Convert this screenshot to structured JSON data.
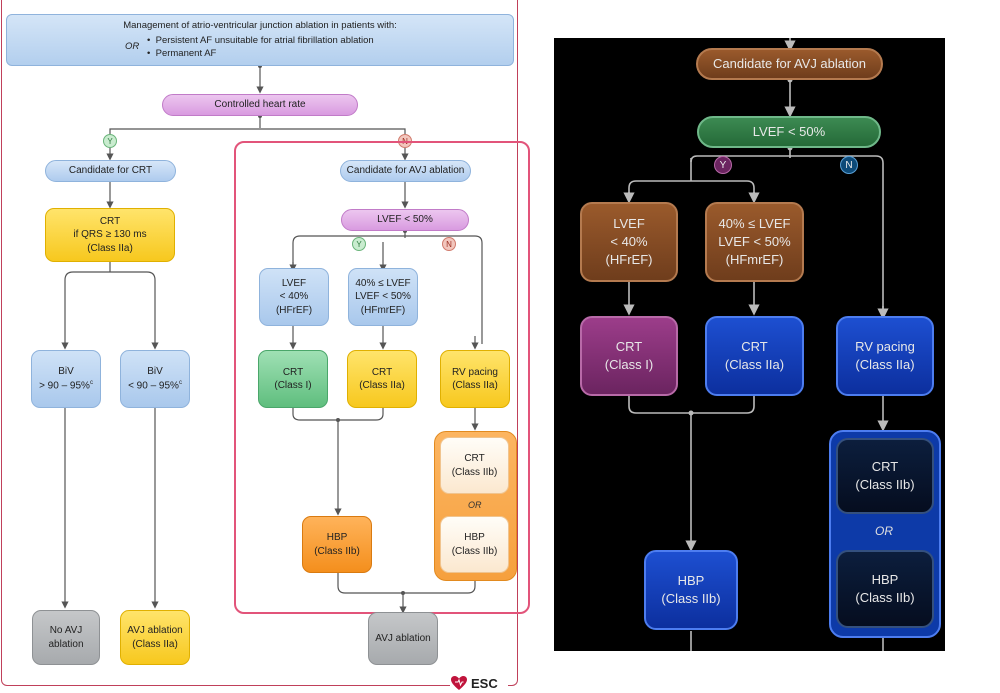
{
  "left_flowchart": {
    "header": {
      "title": "Management of atrio-ventricular junction ablation in patients with:",
      "or_label": "OR",
      "bullet_1": "Persistent AF unsuitable for atrial fibrillation ablation",
      "bullet_2": "Permanent AF"
    },
    "controlled_heart_rate": "Controlled heart rate",
    "badge_yes": "Y",
    "badge_no": "N",
    "candidate_crt": "Candidate for CRT",
    "crt_box": {
      "line1": "CRT",
      "line2": "if QRS ≥ 130 ms",
      "line3": "(Class IIa)"
    },
    "biv_high": {
      "line1": "BiV",
      "line2": "> 90 – 95%",
      "sup": "c"
    },
    "biv_low": {
      "line1": "BiV",
      "line2": "< 90 – 95%",
      "sup": "c"
    },
    "no_avj": {
      "line1": "No AVJ",
      "line2": "ablation"
    },
    "avj_ablation_iia": {
      "line1": "AVJ ablation",
      "line2": "(Class IIa)"
    },
    "candidate_avj": "Candidate for AVJ ablation",
    "lvef": "LVEF < 50%",
    "hfref": {
      "line1": "LVEF",
      "line2": "< 40%",
      "line3": "(HFrEF)"
    },
    "hfmref": {
      "line1": "40% ≤ LVEF",
      "line2": "LVEF < 50%",
      "line3": "(HFmrEF)"
    },
    "crt_class_i": {
      "line1": "CRT",
      "line2": "(Class I)"
    },
    "crt_class_iia": {
      "line1": "CRT",
      "line2": "(Class IIa)"
    },
    "rv_pacing": {
      "line1": "RV pacing",
      "line2": "(Class IIa)"
    },
    "crt_class_iib": {
      "line1": "CRT",
      "line2": "(Class IIb)"
    },
    "or_text": "OR",
    "hbp_class_iib_inner": {
      "line1": "HBP",
      "line2": "(Class IIb)"
    },
    "hbp_class_iib": {
      "line1": "HBP",
      "line2": "(Class IIb)"
    },
    "avj_ablation_final": "AVJ ablation",
    "esc_logo": "ESC"
  },
  "right_flowchart": {
    "candidate_avj": "Candidate for AVJ ablation",
    "lvef": "LVEF < 50%",
    "badge_yes": "Y",
    "badge_no": "N",
    "hfref": {
      "line1": "LVEF",
      "line2": "< 40%",
      "line3": "(HFrEF)"
    },
    "hfmref": {
      "line1": "40% ≤ LVEF",
      "line2": "LVEF < 50%",
      "line3": "(HFmrEF)"
    },
    "crt_class_i": {
      "line1": "CRT",
      "line2": "(Class I)"
    },
    "crt_class_iia": {
      "line1": "CRT",
      "line2": "(Class IIa)"
    },
    "rv_pacing": {
      "line1": "RV pacing",
      "line2": "(Class IIa)"
    },
    "crt_class_iib": {
      "line1": "CRT",
      "line2": "(Class IIb)"
    },
    "or_text": "OR",
    "hbp_class_iib_inner": {
      "line1": "HBP",
      "line2": "(Class IIb)"
    },
    "hbp_class_iib": {
      "line1": "HBP",
      "line2": "(Class IIb)"
    }
  },
  "colors": {
    "highlight_border": "#e2547a",
    "left_frame_border": "#c0405a",
    "dark_background": "#000000"
  }
}
